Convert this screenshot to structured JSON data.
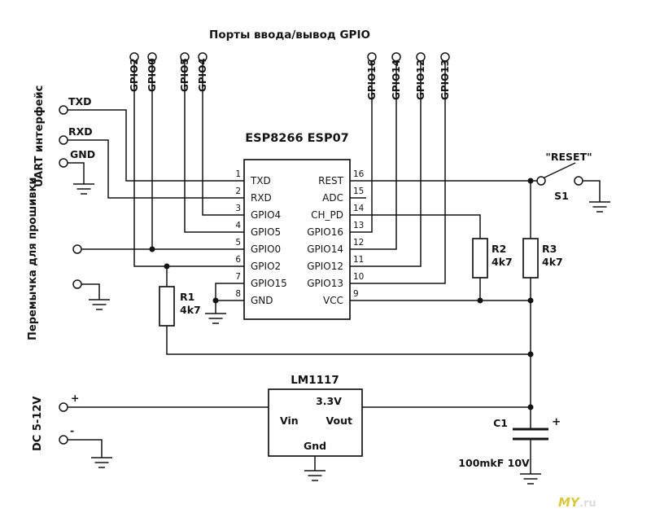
{
  "title": "Порты ввода/вывод GPIO",
  "uart": {
    "label": "UART интерфейс",
    "txd": "TXD",
    "rxd": "RXD",
    "gnd": "GND"
  },
  "jumper_label": "Перемычка для прошивки",
  "dc": {
    "label": "DC 5-12V",
    "plus": "+",
    "minus": "-"
  },
  "gpio_left": [
    "GPIO2",
    "GPIO0",
    "GPIO5",
    "GPIO4"
  ],
  "gpio_right": [
    "GPIO16",
    "GPIO14",
    "GPIO12",
    "GPIO13"
  ],
  "ic": {
    "title": "ESP8266 ESP07",
    "left_pins": [
      {
        "num": "1",
        "name": "TXD"
      },
      {
        "num": "2",
        "name": "RXD"
      },
      {
        "num": "3",
        "name": "GPIO4"
      },
      {
        "num": "4",
        "name": "GPIO5"
      },
      {
        "num": "5",
        "name": "GPIO0"
      },
      {
        "num": "6",
        "name": "GPIO2"
      },
      {
        "num": "7",
        "name": "GPIO15"
      },
      {
        "num": "8",
        "name": "GND"
      }
    ],
    "right_pins": [
      {
        "num": "16",
        "name": "REST"
      },
      {
        "num": "15",
        "name": "ADC"
      },
      {
        "num": "14",
        "name": "CH_PD"
      },
      {
        "num": "13",
        "name": "GPIO16"
      },
      {
        "num": "12",
        "name": "GPIO14"
      },
      {
        "num": "11",
        "name": "GPIO12"
      },
      {
        "num": "10",
        "name": "GPIO13"
      },
      {
        "num": "9",
        "name": "VCC"
      }
    ]
  },
  "resistors": {
    "r1": {
      "name": "R1",
      "value": "4k7"
    },
    "r2": {
      "name": "R2",
      "value": "4k7"
    },
    "r3": {
      "name": "R3",
      "value": "4k7"
    }
  },
  "switch": {
    "label": "\"RESET\"",
    "name": "S1"
  },
  "regulator": {
    "title": "LM1117",
    "voltage": "3.3V",
    "vin": "Vin",
    "vout": "Vout",
    "gnd": "Gnd"
  },
  "capacitor": {
    "name": "C1",
    "plus": "+",
    "value": "100mkF 10V"
  },
  "watermark": {
    "left": "MY",
    "right": ".ru"
  },
  "colors": {
    "line": "#141414",
    "background": "#ffffff",
    "watermark_left": "#d8c63e",
    "watermark_right": "#dcdcdc"
  }
}
